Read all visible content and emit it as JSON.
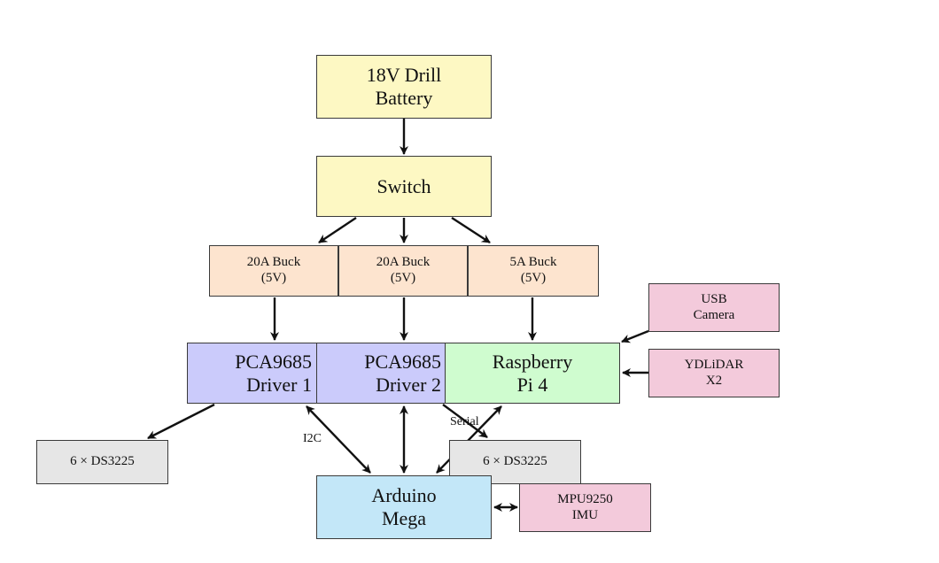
{
  "nodes": {
    "battery": {
      "line1": "18V Drill",
      "line2": "Battery"
    },
    "switch": {
      "line1": "Switch"
    },
    "buck1": {
      "line1": "20A Buck",
      "line2": "(5V)"
    },
    "buck2": {
      "line1": "20A Buck",
      "line2": "(5V)"
    },
    "buck3": {
      "line1": "5A Buck",
      "line2": "(5V)"
    },
    "pca1": {
      "line1": "PCA9685",
      "line2": "Driver 1"
    },
    "pca2": {
      "line1": "PCA9685",
      "line2": "Driver 2"
    },
    "rpi": {
      "line1": "Raspberry",
      "line2": "Pi 4"
    },
    "usbcam": {
      "line1": "USB",
      "line2": "Camera"
    },
    "lidar": {
      "line1": "YDLiDAR",
      "line2": "X2"
    },
    "ds1": {
      "line1": "6 × DS3225"
    },
    "ds2": {
      "line1": "6 × DS3225"
    },
    "arduino": {
      "line1": "Arduino",
      "line2": "Mega"
    },
    "mpu": {
      "line1": "MPU9250",
      "line2": "IMU"
    }
  },
  "edge_labels": {
    "i2c": "I2C",
    "serial": "Serial"
  },
  "colors": {
    "power": "#fdf8c3",
    "buck": "#fde4cf",
    "driver": "#cbcbfb",
    "computer": "#cffccf",
    "sensor": "#f3cadb",
    "servo": "#e6e6e6",
    "microcontroller": "#c3e7f8"
  }
}
